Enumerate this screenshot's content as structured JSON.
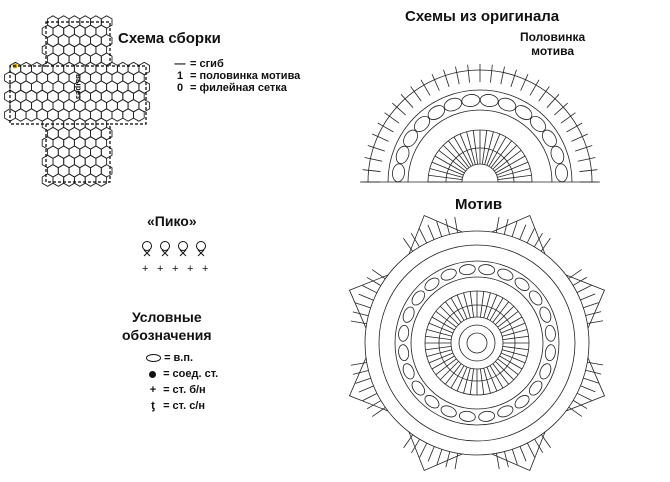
{
  "assembly": {
    "title": "Схема сборки",
    "cut_label": "вырез",
    "legend": [
      {
        "symbol": "—",
        "text": "= сгиб"
      },
      {
        "symbol": "1",
        "text": "= половинка мотива"
      },
      {
        "symbol": "0",
        "text": "= филейная сетка"
      }
    ]
  },
  "original": {
    "title": "Схемы из оригинала",
    "half_motif_label_1": "Половинка",
    "half_motif_label_2": "мотива"
  },
  "motif": {
    "title": "Мотив"
  },
  "picot": {
    "title": "«Пико»"
  },
  "symbols": {
    "title_1": "Условные",
    "title_2": "обозначения",
    "items": [
      {
        "icon": "oval-chain-icon",
        "text": "= в.п."
      },
      {
        "icon": "dot-slip-stitch-icon",
        "text": "= соед. ст."
      },
      {
        "icon": "plus-sc-icon",
        "text": "= ст. б/н"
      },
      {
        "icon": "t-dc-icon",
        "text": "= ст. с/н"
      }
    ]
  }
}
